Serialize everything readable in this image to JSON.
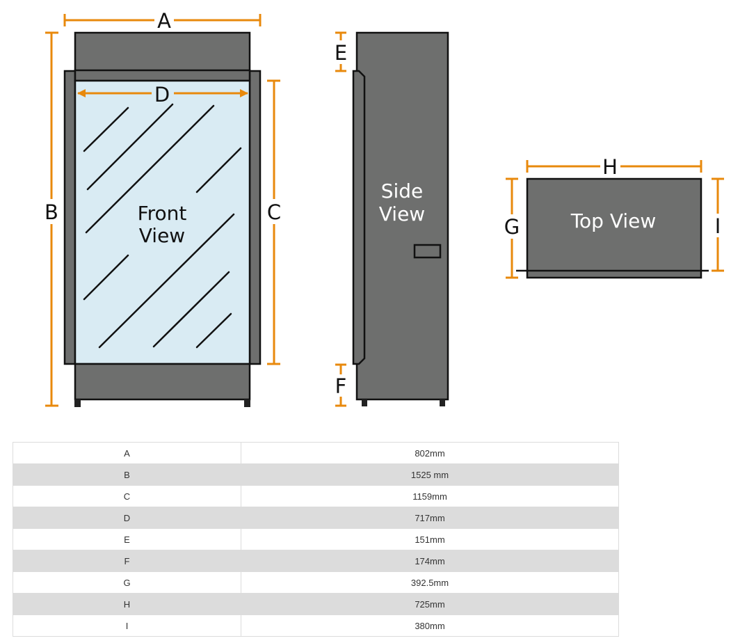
{
  "diagram": {
    "palette": {
      "dimension": "#e8890c",
      "body": "#6e6f6e",
      "glass": "#d9ebf3",
      "outline": "#111111",
      "label_on_dark": "#ffffff"
    },
    "front_view": {
      "label_line1": "Front",
      "label_line2": "View"
    },
    "side_view": {
      "label_line1": "Side",
      "label_line2": "View"
    },
    "top_view": {
      "label": "Top View"
    },
    "dimension_letters": {
      "A": "A",
      "B": "B",
      "C": "C",
      "D": "D",
      "E": "E",
      "F": "F",
      "G": "G",
      "H": "H",
      "I": "I"
    }
  },
  "table": {
    "rows": [
      {
        "label": "A",
        "value": "802mm"
      },
      {
        "label": "B",
        "value": "1525 mm"
      },
      {
        "label": "C",
        "value": "1159mm"
      },
      {
        "label": "D",
        "value": "717mm"
      },
      {
        "label": "E",
        "value": "151mm"
      },
      {
        "label": "F",
        "value": "174mm"
      },
      {
        "label": "G",
        "value": "392.5mm"
      },
      {
        "label": "H",
        "value": "725mm"
      },
      {
        "label": "I",
        "value": "380mm"
      }
    ]
  }
}
